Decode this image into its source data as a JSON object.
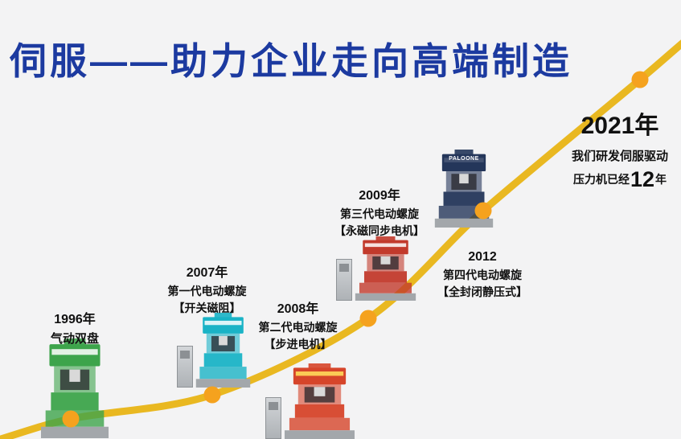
{
  "page": {
    "title": "伺服——助力企业走向高端制造"
  },
  "colors": {
    "background": "#f3f3f4",
    "title": "#1c3aa0",
    "curve": "#e9b821",
    "dot": "#f5a21e",
    "text": "#111111"
  },
  "milestones": [
    {
      "year": "1996年",
      "line1": "气动双盘",
      "machine": "pneumatic-double-disc-press",
      "machine_color": "#3da44b"
    },
    {
      "year": "2007年",
      "line1": "第一代电动螺旋",
      "line2": "【开关磁阻】",
      "machine": "first-generation-electric-screw-press",
      "machine_color": "#1ab3c6"
    },
    {
      "year": "2008年",
      "line1": "第二代电动螺旋",
      "line2": "【步进电机】",
      "machine": "second-generation-electric-screw-press",
      "machine_color": "#d6452a"
    },
    {
      "year": "2009年",
      "line1": "第三代电动螺旋",
      "line2": "【永磁同步电机】",
      "machine": "third-generation-electric-screw-press",
      "machine_color": "#c23a2c"
    },
    {
      "year": "2012",
      "line1": "第四代电动螺旋",
      "line2": "【全封闭静压式】",
      "machine": "fourth-generation-electric-screw-press",
      "machine_color": "#24365a",
      "brand": "PALOONE"
    },
    {
      "year": "2021年",
      "line1": "我们研发伺服驱动",
      "line2_prefix": "压力机已经",
      "line2_number": "12",
      "line2_suffix": "年"
    }
  ]
}
